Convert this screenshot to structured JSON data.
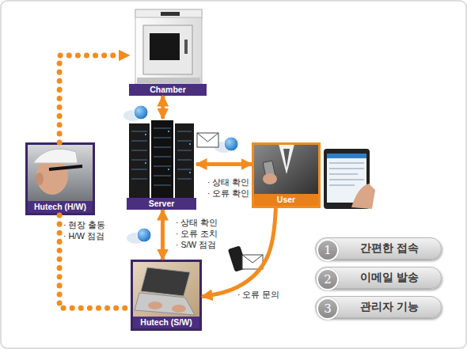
{
  "diagram": {
    "nodes": [
      {
        "text": [
          "Chamber"
        ]
      },
      {
        "text": [
          "Server"
        ]
      },
      {
        "text": [
          "Hutech (H/W)"
        ]
      },
      {
        "text": [
          "User"
        ]
      },
      {
        "text": [
          "Hutech (S/W)"
        ]
      },
      {
        "text": [
          "1",
          "간편한 접속"
        ]
      },
      {
        "text": [
          "2",
          "이메일 발송"
        ]
      },
      {
        "text": [
          "3",
          "관리자 기능"
        ]
      }
    ],
    "edges": [
      {
        "from": 2,
        "to": 0,
        "arrow": "to"
      },
      {
        "from": 0,
        "to": 1,
        "arrow": "both"
      },
      {
        "from": 1,
        "to": 3,
        "arrow": "both"
      },
      {
        "from": 1,
        "to": 4,
        "arrow": "both"
      },
      {
        "from": 3,
        "to": 4,
        "arrow": "to"
      },
      {
        "from": 2,
        "to": 4,
        "arrow": "none"
      }
    ],
    "labels": [
      "· 상태 확인",
      "· 오류 확인",
      "· 현장 출동",
      "· H/W 점검",
      "· 상태 확인",
      "· 오류 조치",
      "· S/W 점검",
      "· 오류 문의"
    ]
  }
}
